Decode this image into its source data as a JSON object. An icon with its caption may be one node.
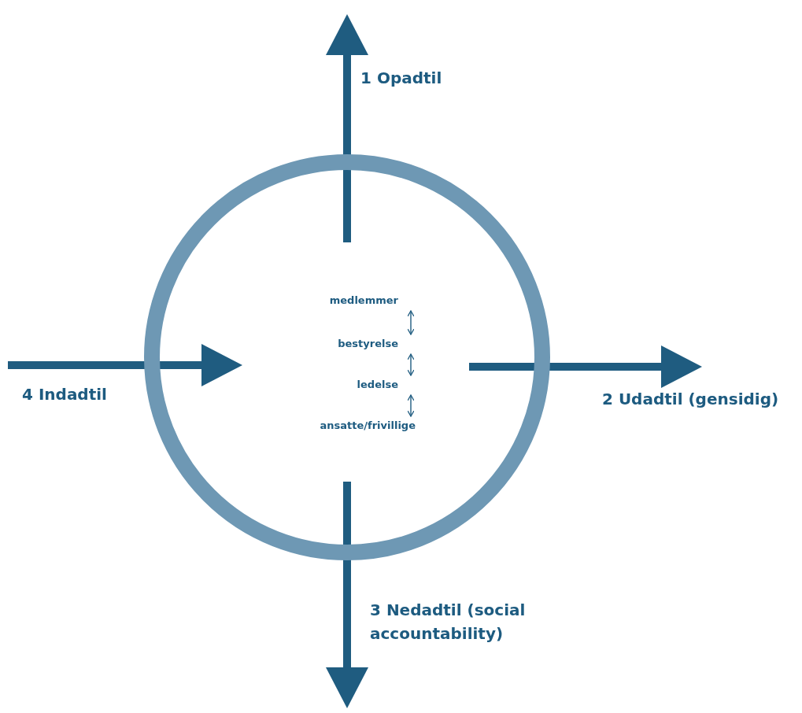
{
  "diagram": {
    "nodes": [
      {
        "text": [],
        "shape": "circle"
      },
      {
        "text": [
          "medlemmer"
        ],
        "in": 0
      },
      {
        "text": [
          "bestyrelse"
        ],
        "in": 0
      },
      {
        "text": [
          "ledelse"
        ],
        "in": 0
      },
      {
        "text": [
          "ansatte/frivillige"
        ],
        "in": 0
      }
    ],
    "edges": [
      {
        "from": 1,
        "to": 2,
        "arrow": "both"
      },
      {
        "from": 2,
        "to": 3,
        "arrow": "both"
      },
      {
        "from": 3,
        "to": 4,
        "arrow": "both"
      }
    ],
    "labels": [
      "1 Opadtil",
      "2 Udadtil (gensidig)",
      "3 Nedadtil (social accountability)",
      "4 Indadtil"
    ]
  }
}
